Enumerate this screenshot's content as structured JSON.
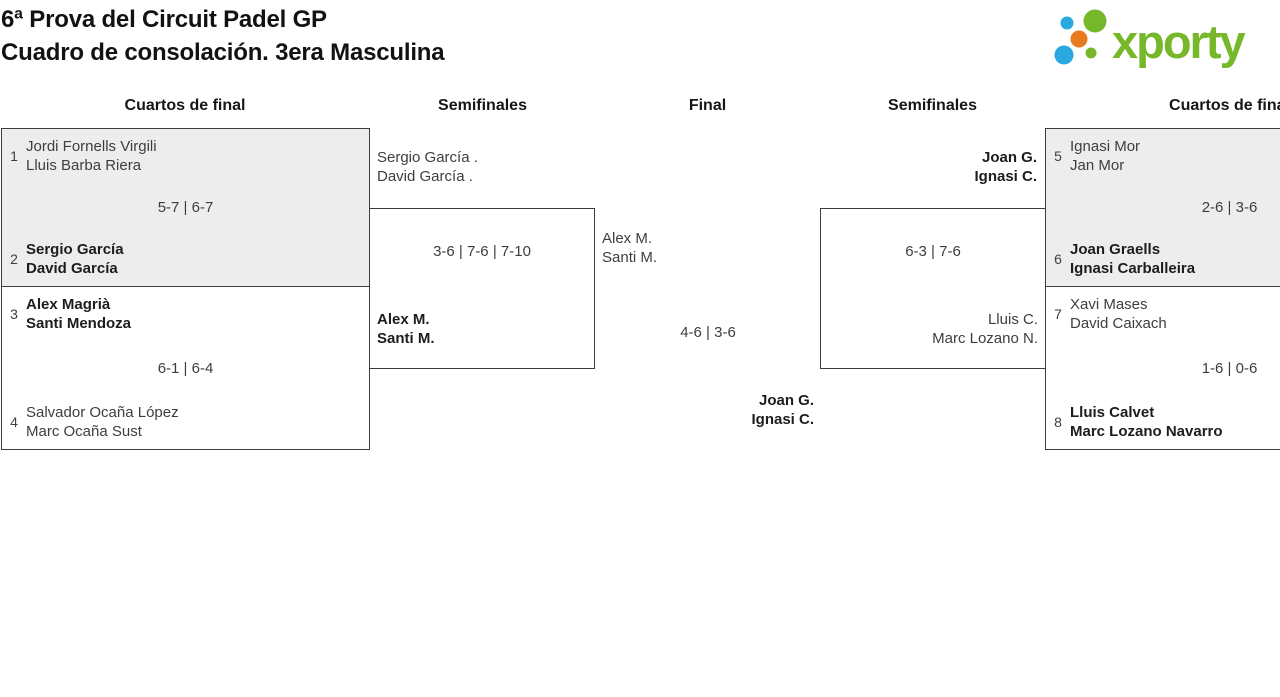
{
  "header": {
    "title_line1": "6ª Prova del Circuit Padel GP",
    "title_line2": "Cuadro de consolación. 3era Masculina",
    "logo_text": "xporty"
  },
  "round_headers": {
    "left_quarterfinals": "Cuartos de final",
    "left_semifinals": "Semifinales",
    "final": "Final",
    "right_semifinals": "Semifinales",
    "right_quarterfinals": "Cuartos de final"
  },
  "colors": {
    "logo_green": "#76b82a",
    "logo_blue": "#29a9e0",
    "logo_orange": "#e87a1e",
    "shaded_match_bg": "#ededed",
    "border": "#3c3c3c",
    "text": "#3e3e3e",
    "winner_text": "#1d1d1d"
  },
  "quarterfinals": [
    {
      "seed_a": "1",
      "team_a": [
        "Jordi Fornells Virgili",
        "Lluis Barba Riera"
      ],
      "score": "5-7 | 6-7",
      "seed_b": "2",
      "team_b": [
        "Sergio García",
        "David García"
      ],
      "winner": "team_b"
    },
    {
      "seed_a": "3",
      "team_a": [
        "Alex Magrià",
        "Santi Mendoza"
      ],
      "score": "6-1 | 6-4",
      "seed_b": "4",
      "team_b": [
        "Salvador Ocaña López",
        "Marc Ocaña Sust"
      ],
      "winner": "team_a"
    },
    {
      "seed_a": "5",
      "team_a": [
        "Ignasi Mor",
        "Jan Mor"
      ],
      "score": "2-6 | 3-6",
      "seed_b": "6",
      "team_b": [
        "Joan Graells",
        "Ignasi Carballeira"
      ],
      "winner": "team_b"
    },
    {
      "seed_a": "7",
      "team_a": [
        "Xavi Mases",
        "David Caixach"
      ],
      "score": "1-6 | 0-6",
      "seed_b": "8",
      "team_b": [
        "Lluis Calvet",
        "Marc Lozano Navarro"
      ],
      "winner": "team_b"
    }
  ],
  "semifinals": [
    {
      "team_a": [
        "Sergio García .",
        "David García ."
      ],
      "score": "3-6 | 7-6 | 7-10",
      "team_b": [
        "Alex M.",
        "Santi M."
      ],
      "winner": "team_b"
    },
    {
      "team_a": [
        "Joan G.",
        "Ignasi C."
      ],
      "score": "6-3 | 7-6",
      "team_b": [
        "Lluis C.",
        "Marc Lozano N."
      ],
      "winner": "team_a"
    }
  ],
  "final": {
    "team_a": [
      "Alex M.",
      "Santi M."
    ],
    "score": "4-6 | 3-6",
    "team_b": [
      "Joan G.",
      "Ignasi C."
    ],
    "winner": "team_b"
  }
}
